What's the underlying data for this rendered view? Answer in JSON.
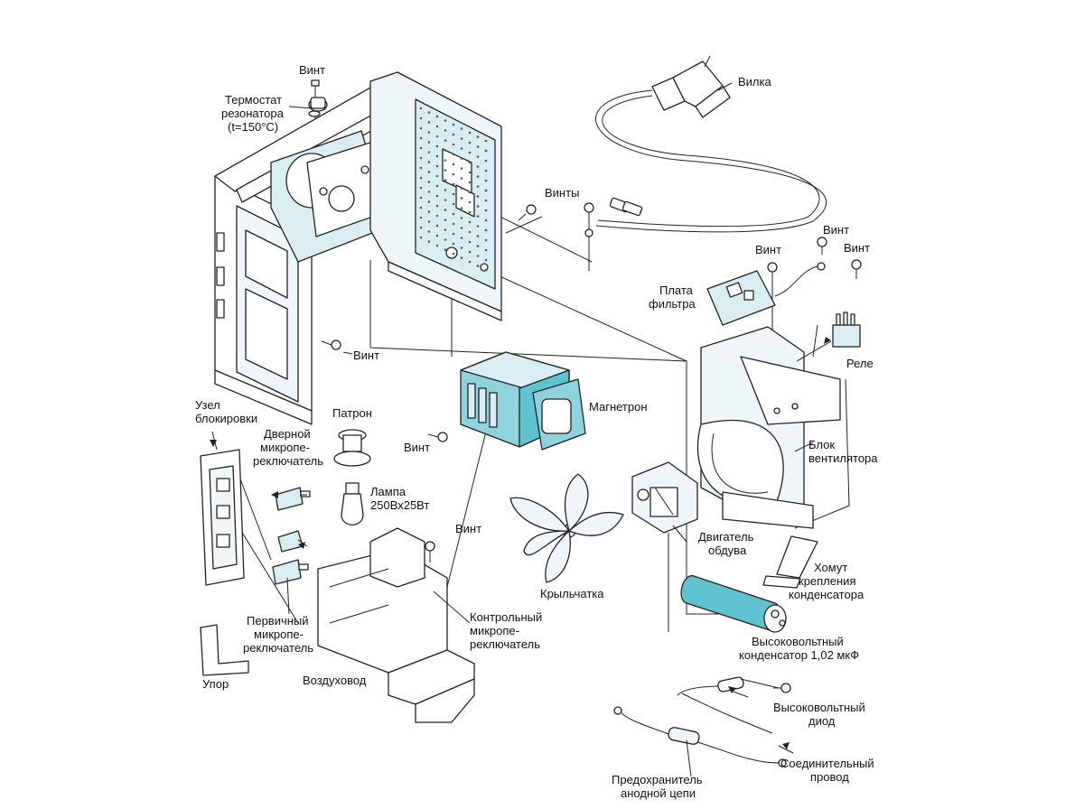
{
  "labels": {
    "vint_top": "Винт",
    "thermostat": [
      "Термостат",
      "резонатора",
      "(t=150°C)"
    ],
    "plug": "Вилка",
    "vinty": "Винты",
    "vint_filter_a": "Винт",
    "vint_filter_b": "Винт",
    "vint_relay": "Винт",
    "filter_board": [
      "Плата",
      "фильтра"
    ],
    "relay": "Реле",
    "vint_frame": "Винт",
    "lock_assembly": [
      "Узел",
      "блокировки"
    ],
    "cartridge": "Патрон",
    "door_switch": [
      "Дверной",
      "микропе-",
      "реключатель"
    ],
    "lamp": [
      "Лампа",
      "250Вх25Вт"
    ],
    "vint_magnetron": "Винт",
    "magnetron": "Магнетрон",
    "fan_block": [
      "Блок",
      "вентилятора"
    ],
    "vint_duct": "Винт",
    "blower_motor": [
      "Двигатель",
      "обдува"
    ],
    "impeller": "Крыльчатка",
    "clamp": [
      "Хомут",
      "крепления",
      "конденсатора"
    ],
    "primary_switch": [
      "Первичный",
      "микропе-",
      "реключатель"
    ],
    "control_switch": [
      "Контрольный",
      "микропе-",
      "реключатель"
    ],
    "hv_capacitor": [
      "Высоковольтный",
      "конденсатор  1,02 мкФ"
    ],
    "stopper": "Упор",
    "air_duct": "Воздуховод",
    "hv_diode": [
      "Высоковольтный",
      "диод"
    ],
    "connecting_wire": [
      "Соединительный",
      "провод"
    ],
    "anode_fuse": [
      "Предохранитель",
      "анодной цепи"
    ]
  },
  "colors": {
    "line": "#222222",
    "magnetron_fill": "#8fd3dc",
    "capacitor_fill": "#5ec3cf",
    "panel_fill": "#d8eef3",
    "light_fill": "#eef6f8"
  }
}
